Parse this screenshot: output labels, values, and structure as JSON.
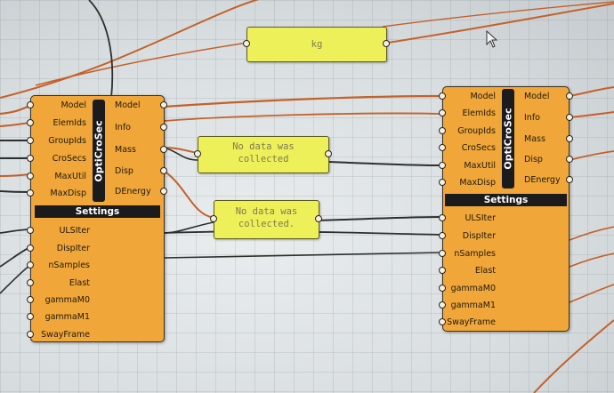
{
  "canvas": {
    "background": "#e2e6e8",
    "wire_orange": "#c4612a",
    "wire_dark": "#2c2f2e",
    "component_fill": "#f0a638",
    "panel_fill": "#eef05a"
  },
  "components": [
    {
      "nickname": "OptiCroSec",
      "inputs": [
        "Model",
        "ElemIds",
        "GroupIds",
        "CroSecs",
        "MaxUtil",
        "MaxDisp"
      ],
      "outputs": [
        "Model",
        "Info",
        "Mass",
        "Disp",
        "DEnergy"
      ],
      "settings_label": "Settings",
      "settings_inputs": [
        "ULSIter",
        "DispIter",
        "nSamples",
        "Elast",
        "gammaM0",
        "gammaM1",
        "SwayFrame"
      ]
    },
    {
      "nickname": "OptiCroSec",
      "inputs": [
        "Model",
        "ElemIds",
        "GroupIds",
        "CroSecs",
        "MaxUtil",
        "MaxDisp"
      ],
      "outputs": [
        "Model",
        "Info",
        "Mass",
        "Disp",
        "DEnergy"
      ],
      "settings_label": "Settings",
      "settings_inputs": [
        "ULSIter",
        "DispIter",
        "nSamples",
        "Elast",
        "gammaM0",
        "gammaM1",
        "SwayFrame"
      ]
    }
  ],
  "panels": [
    {
      "text": "kg"
    },
    {
      "line1": "No data was",
      "line2": "collected"
    },
    {
      "line1": "No data was",
      "line2": "collected."
    }
  ],
  "cursor_icon": "mouse-pointer-icon"
}
